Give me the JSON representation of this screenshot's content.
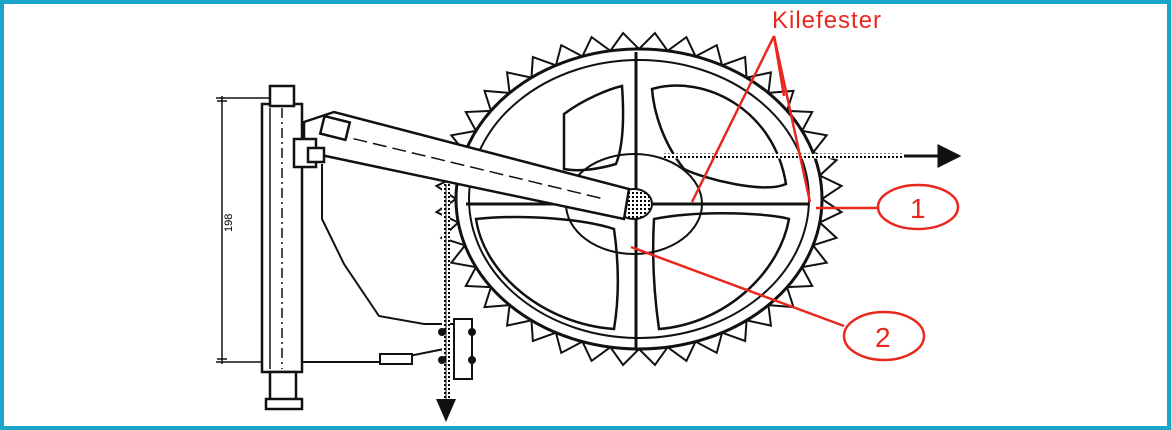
{
  "colors": {
    "frame_border": "#1aa6c8",
    "annotation_red": "#e8281e",
    "line_black": "#111111"
  },
  "annotation": {
    "title": "Kilefester",
    "callout_1": "1",
    "callout_2": "2"
  },
  "dimension": {
    "label": "198"
  }
}
